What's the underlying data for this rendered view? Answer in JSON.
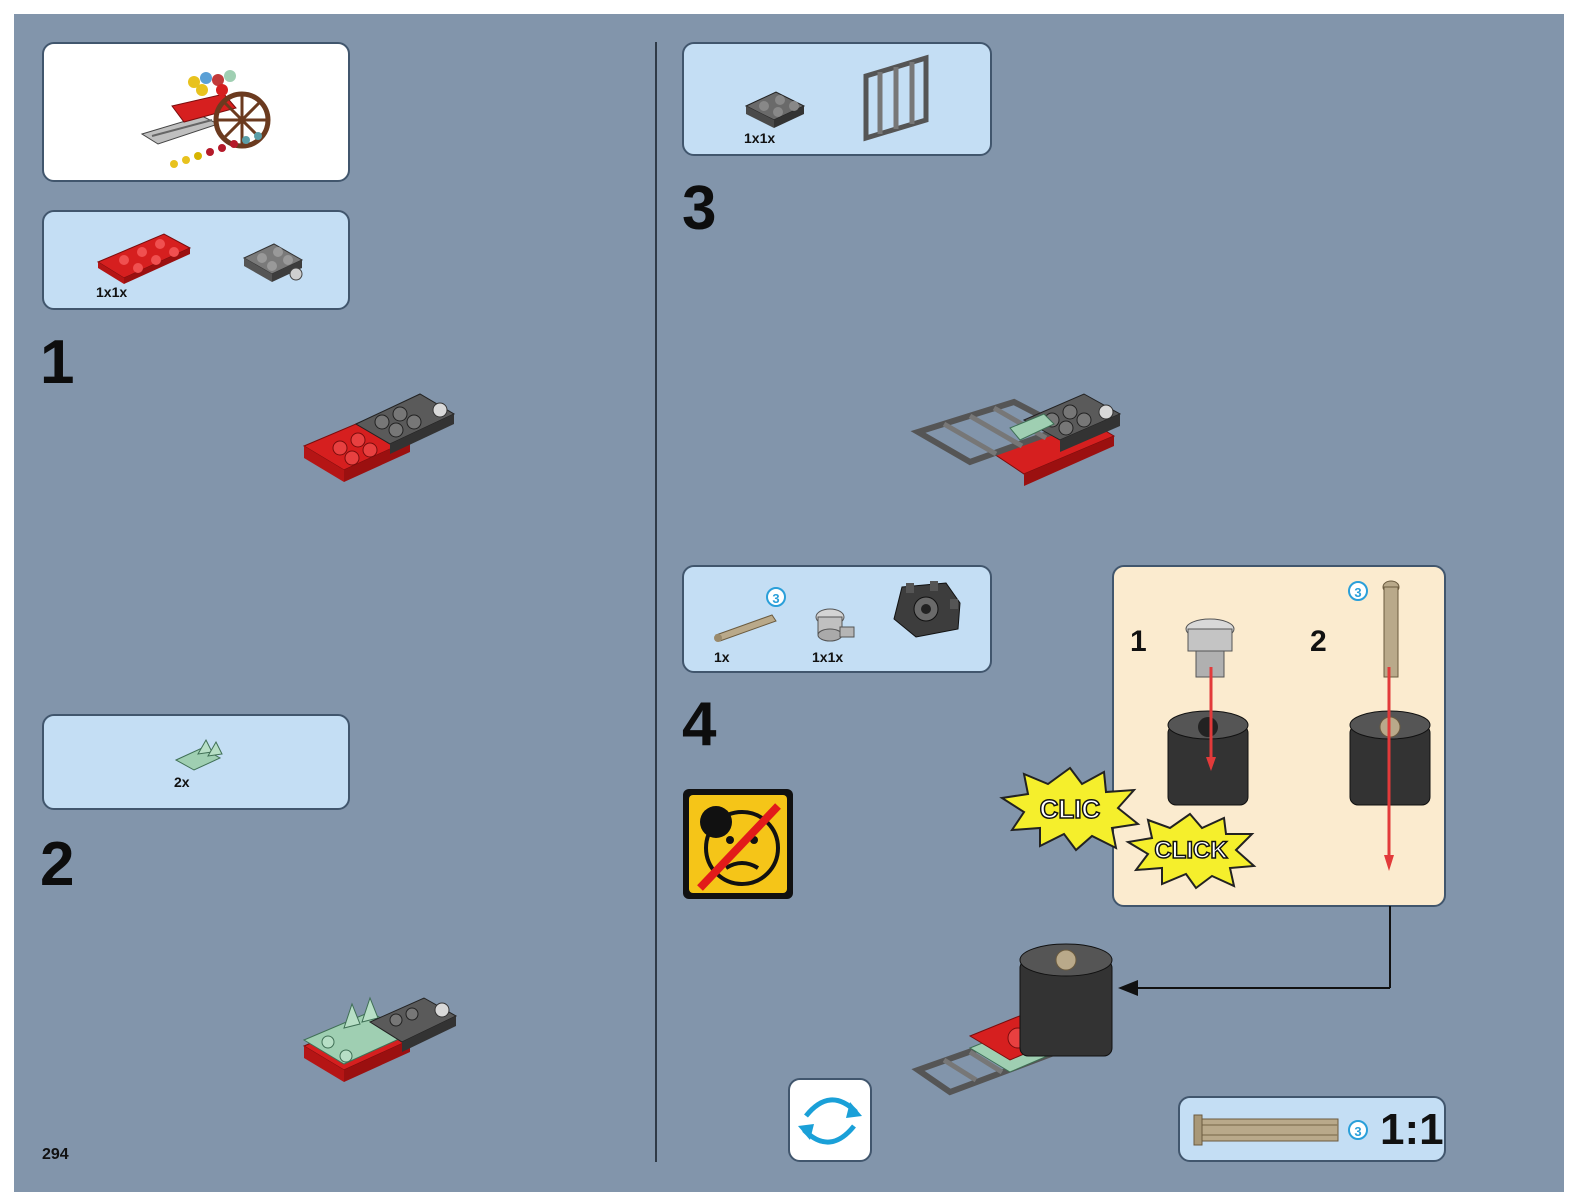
{
  "page_number": "294",
  "steps": {
    "step1": {
      "number": "1",
      "parts_qty": "1x1x"
    },
    "step2": {
      "number": "2",
      "parts_qty": "2x"
    },
    "step3": {
      "number": "3",
      "parts_qty": "1x1x"
    },
    "step4": {
      "number": "4",
      "parts_qty_a": "1x",
      "parts_qty_b": "1x1x",
      "part_length": "3"
    }
  },
  "callout": {
    "sub1": "1",
    "sub2": "2",
    "length_badge": "3",
    "click_sound_1": "CLIC",
    "click_sound_2": "CLICK"
  },
  "scale_box": {
    "ratio": "1:1",
    "length": "3"
  },
  "icons": {
    "warning": "small-parts-warning-icon",
    "rotate": "rotate-model-icon"
  },
  "colors": {
    "background": "#8295ab",
    "parts_box": "#c4def4",
    "callout_box": "#fbebcf",
    "brick_red": "#d61f1f",
    "brick_dark_gray": "#4a4a4a",
    "brick_sand_green": "#9fcfb2",
    "warning_yellow": "#f5c518"
  }
}
